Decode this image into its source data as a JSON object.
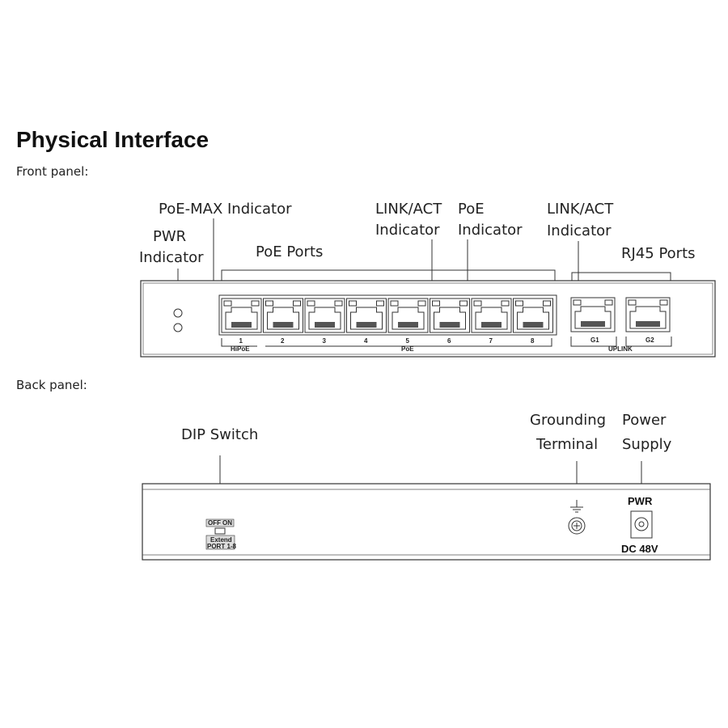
{
  "title": "Physical Interface",
  "front": {
    "heading": "Front panel:",
    "labels": {
      "poe_max": "PoE-MAX Indicator",
      "pwr_1": "PWR",
      "pwr_2": "Indicator",
      "poe_ports": "PoE Ports",
      "linkact_1": "LINK/ACT",
      "linkact_2": "Indicator",
      "poe_ind_1": "PoE",
      "poe_ind_2": "Indicator",
      "up_linkact_1": "LINK/ACT",
      "up_linkact_2": "Indicator",
      "rj45": "RJ45 Ports"
    },
    "ports": [
      "1",
      "2",
      "3",
      "4",
      "5",
      "6",
      "7",
      "8"
    ],
    "uplinks": [
      "G1",
      "G2"
    ],
    "group_hipoe": "HiPoE",
    "group_poe": "PoE",
    "group_uplink": "UPLINK"
  },
  "back": {
    "heading": "Back panel:",
    "labels": {
      "dip": "DIP Switch",
      "ground_1": "Grounding",
      "ground_2": "Terminal",
      "power_1": "Power",
      "power_2": "Supply"
    },
    "dip_off": "OFF",
    "dip_on": "ON",
    "dip_extend": "Extend",
    "dip_port": "PORT 1-8",
    "pwr": "PWR",
    "dc": "DC 48V"
  }
}
